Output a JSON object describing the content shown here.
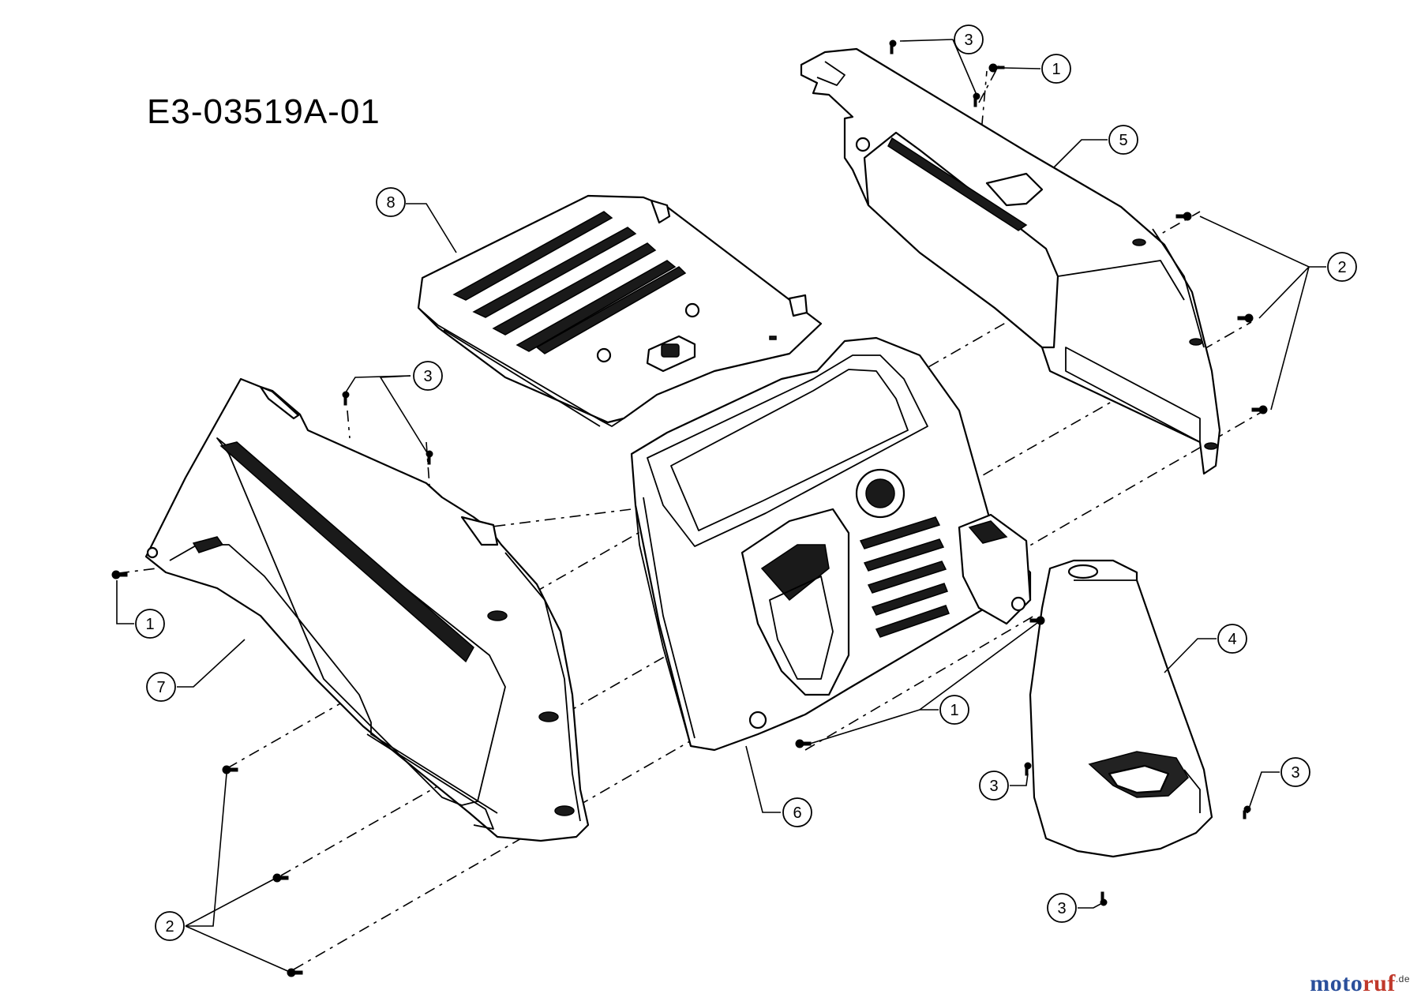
{
  "drawing_number": "E3-03519A-01",
  "watermark": {
    "brand": "motoruf",
    "suffix": ".de",
    "color_primary": "#2a4f9b",
    "color_accent": "#c0392b"
  },
  "callouts": {
    "c1_top": "1",
    "c3_top": "3",
    "c5": "5",
    "c8": "8",
    "c2_right": "2",
    "c3_left": "3",
    "c1_left": "1",
    "c7": "7",
    "c4": "4",
    "c1_mid": "1",
    "c6": "6",
    "c3_cone_left": "3",
    "c3_cone_right": "3",
    "c3_cone_bottom": "3",
    "c2_left": "2"
  }
}
